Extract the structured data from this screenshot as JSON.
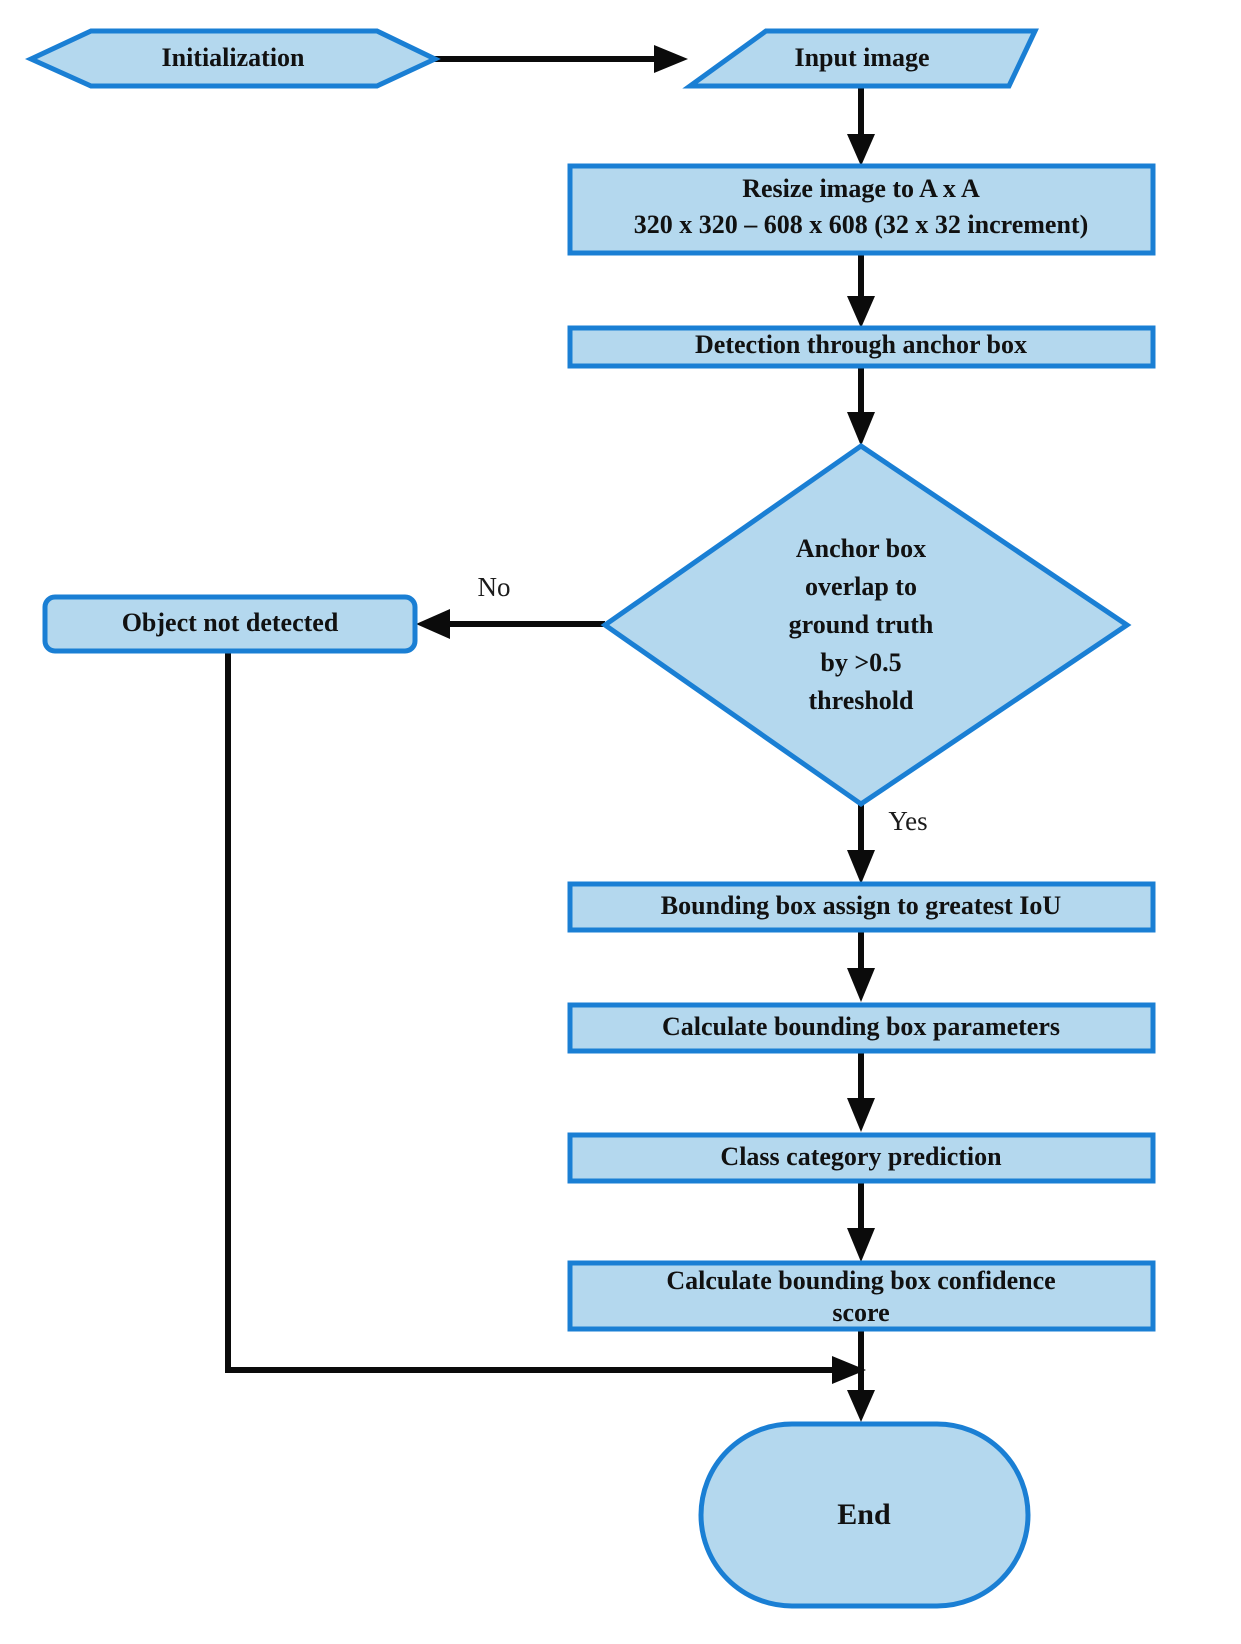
{
  "diagram": {
    "title": "YOLO object detection flowchart",
    "type": "flowchart",
    "colors": {
      "node_fill": "#b4d8ee",
      "node_border": "#1a7fd4",
      "connector": "#0b0b0b",
      "background": "#ffffff",
      "text": "#111111"
    }
  },
  "nodes": {
    "initialization": {
      "label": "Initialization",
      "shape": "hexagon"
    },
    "input_image": {
      "label": "Input image",
      "shape": "parallelogram"
    },
    "resize": {
      "line1": "Resize image to A x A",
      "line2": "320 x 320 – 608 x 608 (32 x 32 increment)",
      "shape": "process"
    },
    "detection": {
      "label": "Detection through anchor box",
      "shape": "process"
    },
    "decision": {
      "line1": "Anchor box",
      "line2": "overlap to",
      "line3": "ground truth",
      "line4": "by >0.5",
      "line5": "threshold",
      "shape": "diamond"
    },
    "not_detected": {
      "label": "Object not detected",
      "shape": "rounded-rect"
    },
    "assign_iou": {
      "label": "Bounding box assign to greatest IoU",
      "shape": "process"
    },
    "calc_params": {
      "label": "Calculate bounding box parameters",
      "shape": "process"
    },
    "class_pred": {
      "label": "Class category prediction",
      "shape": "process"
    },
    "confidence": {
      "line1": "Calculate bounding box confidence",
      "line2": "score",
      "shape": "process"
    },
    "end": {
      "label": "End",
      "shape": "terminator"
    }
  },
  "edge_labels": {
    "no": "No",
    "yes": "Yes"
  }
}
